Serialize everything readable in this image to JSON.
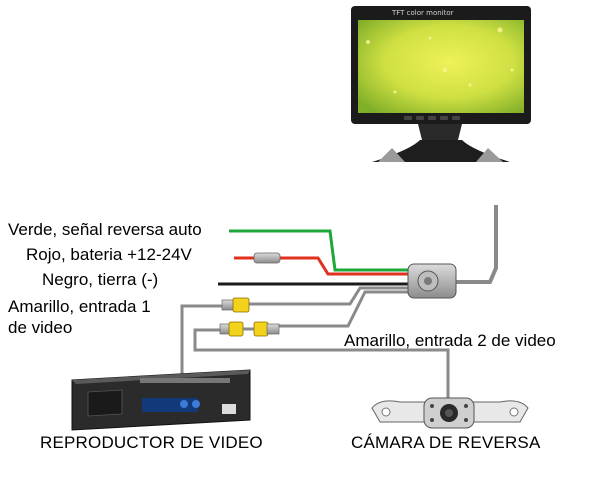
{
  "wire_labels": {
    "green": "Verde, señal reversa auto",
    "red": "Rojo, bateria +12-24V",
    "black": "Negro, tierra (-)",
    "yellow1_line1": "Amarillo, entrada 1",
    "yellow1_line2": "de video",
    "yellow2": "Amarillo, entrada 2 de video"
  },
  "captions": {
    "player": "REPRODUCTOR DE VIDEO",
    "camera": "CÁMARA DE REVERSA"
  },
  "monitor": {
    "screen_label": "TFT color monitor"
  },
  "colors": {
    "green_wire": "#1fa83a",
    "red_wire": "#e0301e",
    "black_wire": "#1a1a1a",
    "gray_cable": "#8a8a8a",
    "rca_yellow": "#f2d21b",
    "screen_yellow": "#dfe84a",
    "screen_green": "#8fbf2a"
  }
}
